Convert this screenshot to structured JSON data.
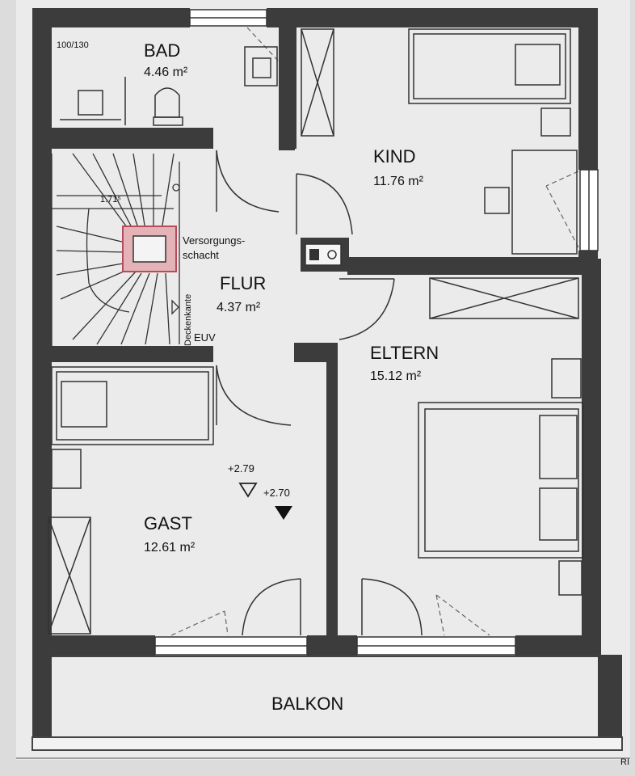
{
  "plan": {
    "scale_ref": "100/130",
    "rooms": {
      "bad": {
        "name": "BAD",
        "area": "4.46 m²"
      },
      "kind": {
        "name": "KIND",
        "area": "11.76 m²"
      },
      "flur": {
        "name": "FLUR",
        "area": "4.37 m²"
      },
      "eltern": {
        "name": "ELTERN",
        "area": "15.12 m²"
      },
      "gast": {
        "name": "GAST",
        "area": "12.61 m²"
      },
      "balkon": {
        "name": "BALKON"
      }
    },
    "shaft": {
      "line1": "Versorgungs-",
      "line2": "schacht"
    },
    "stair": {
      "dimension": "1.71⁵",
      "edge_label": "Deckenkante",
      "euv": "EUV"
    },
    "levels": {
      "upper": "+2.79",
      "lower": "+2.70"
    },
    "edge_text": "RI"
  }
}
